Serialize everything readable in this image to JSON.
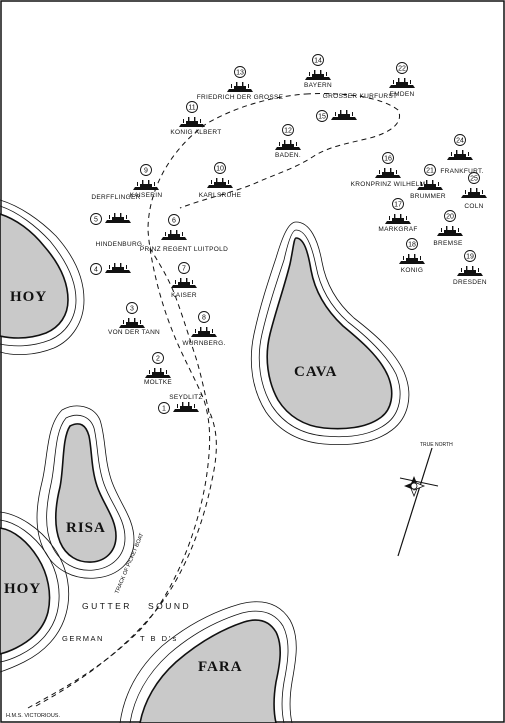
{
  "islands": {
    "hoy_north": "HOY",
    "cava": "CAVA",
    "risa": "RISA",
    "hoy_south": "HOY",
    "fara": "FARA"
  },
  "water_labels": {
    "gutter": "GUTTER",
    "sound": "SOUND",
    "german": "GERMAN",
    "tbds": "T B D's"
  },
  "track_label": "TRACK OF PICKET BOAT",
  "compass": {
    "north_label": "TRUE NORTH"
  },
  "hms_victorious": "H.M.S. VICTORIOUS.",
  "ships": [
    {
      "num": "1",
      "name": "SEYDLITZ"
    },
    {
      "num": "2",
      "name": "MOLTKE"
    },
    {
      "num": "3",
      "name": "VON DER TANN"
    },
    {
      "num": "4",
      "name": "HINDENBURG."
    },
    {
      "num": "5",
      "name": "DERFFLINGER"
    },
    {
      "num": "6",
      "name": "PRINZ REGENT LUITPOLD"
    },
    {
      "num": "7",
      "name": "KAISER"
    },
    {
      "num": "8",
      "name": "WURNBERG."
    },
    {
      "num": "9",
      "name": "KAISERIN"
    },
    {
      "num": "10",
      "name": "KARLSRUHE"
    },
    {
      "num": "11",
      "name": "KONIG ALBERT"
    },
    {
      "num": "12",
      "name": "BADEN."
    },
    {
      "num": "13",
      "name": "FRIEDRICH DER GROSSE"
    },
    {
      "num": "14",
      "name": "BAYERN"
    },
    {
      "num": "15",
      "name": "GROSSER KURFURST"
    },
    {
      "num": "16",
      "name": "KRONPRINZ WILHELM"
    },
    {
      "num": "17",
      "name": "MARKGRAF"
    },
    {
      "num": "18",
      "name": "KONIG"
    },
    {
      "num": "19",
      "name": "DRESDEN"
    },
    {
      "num": "20",
      "name": "BREMSE"
    },
    {
      "num": "21",
      "name": "BRUMMER"
    },
    {
      "num": "22",
      "name": "EMDEN"
    },
    {
      "num": "24",
      "name": "FRANKFURT."
    },
    {
      "num": "25",
      "name": "COLN"
    }
  ]
}
